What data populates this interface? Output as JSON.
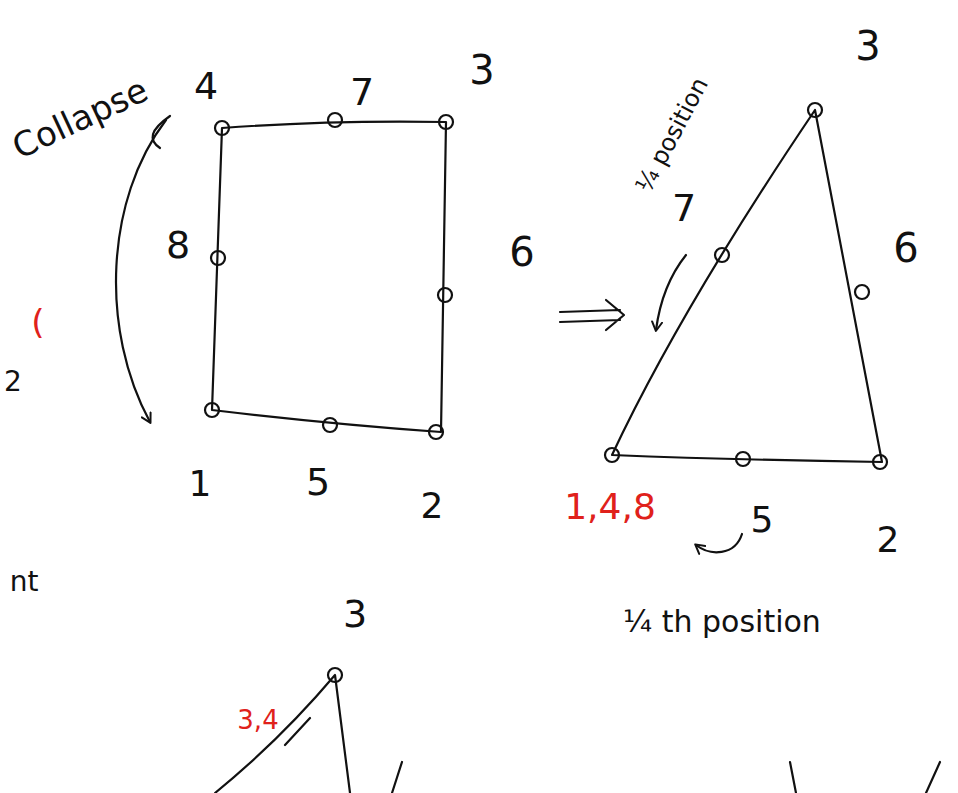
{
  "diagram": {
    "labels": [
      "Collapse",
      "4",
      "7",
      "3",
      "8",
      "6",
      "1",
      "5",
      "2",
      "(",
      "2",
      "nt",
      "¼ position",
      "3",
      "7",
      "6",
      "1,4,8",
      "5",
      "2",
      "¼ th position",
      "3",
      "3,4"
    ]
  }
}
